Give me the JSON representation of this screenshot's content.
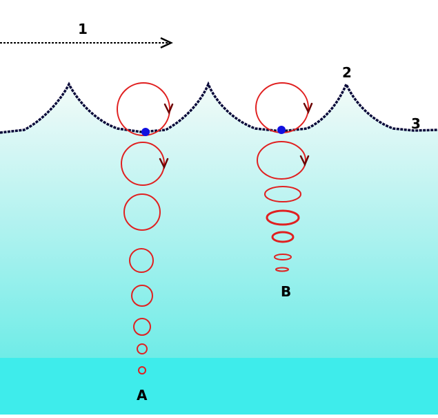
{
  "labels": {
    "direction": "1",
    "crest": "2",
    "still_level": "3",
    "deep": "A",
    "shallow": "B"
  },
  "colors": {
    "orbit": "#e02020",
    "particle": "#1010e0",
    "surface": "#0a0a3a",
    "arrow": "#6b0000",
    "water_top": "#f2fbfb",
    "water_bottom": "#3eeceb"
  }
}
